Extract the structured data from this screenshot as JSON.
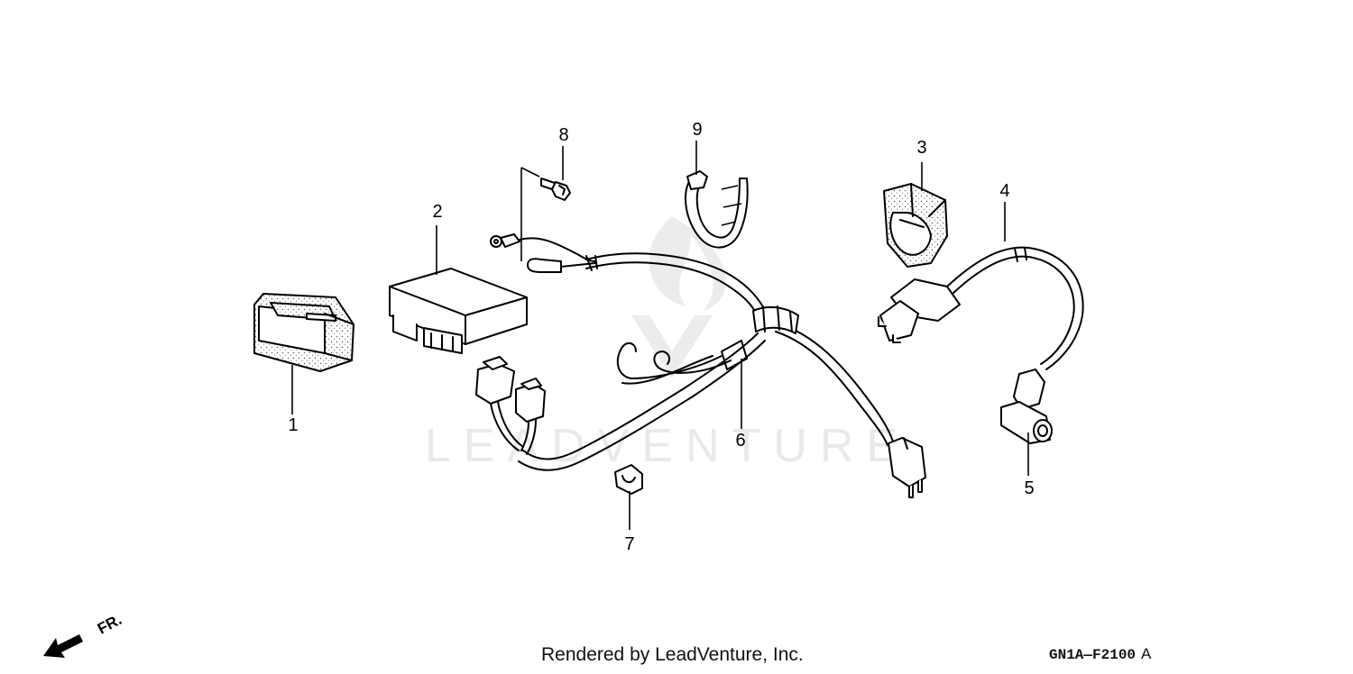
{
  "watermark": {
    "text": "LEADVENTURE"
  },
  "callouts": {
    "c1": "1",
    "c2": "2",
    "c3": "3",
    "c4": "4",
    "c5": "5",
    "c6": "6",
    "c7": "7",
    "c8": "8",
    "c9": "9"
  },
  "direction": {
    "label": "FR."
  },
  "footer": {
    "rendered_by": "Rendered by LeadVenture, Inc.",
    "diagram_code": "GN1A—F2100",
    "diagram_suffix": "A"
  }
}
